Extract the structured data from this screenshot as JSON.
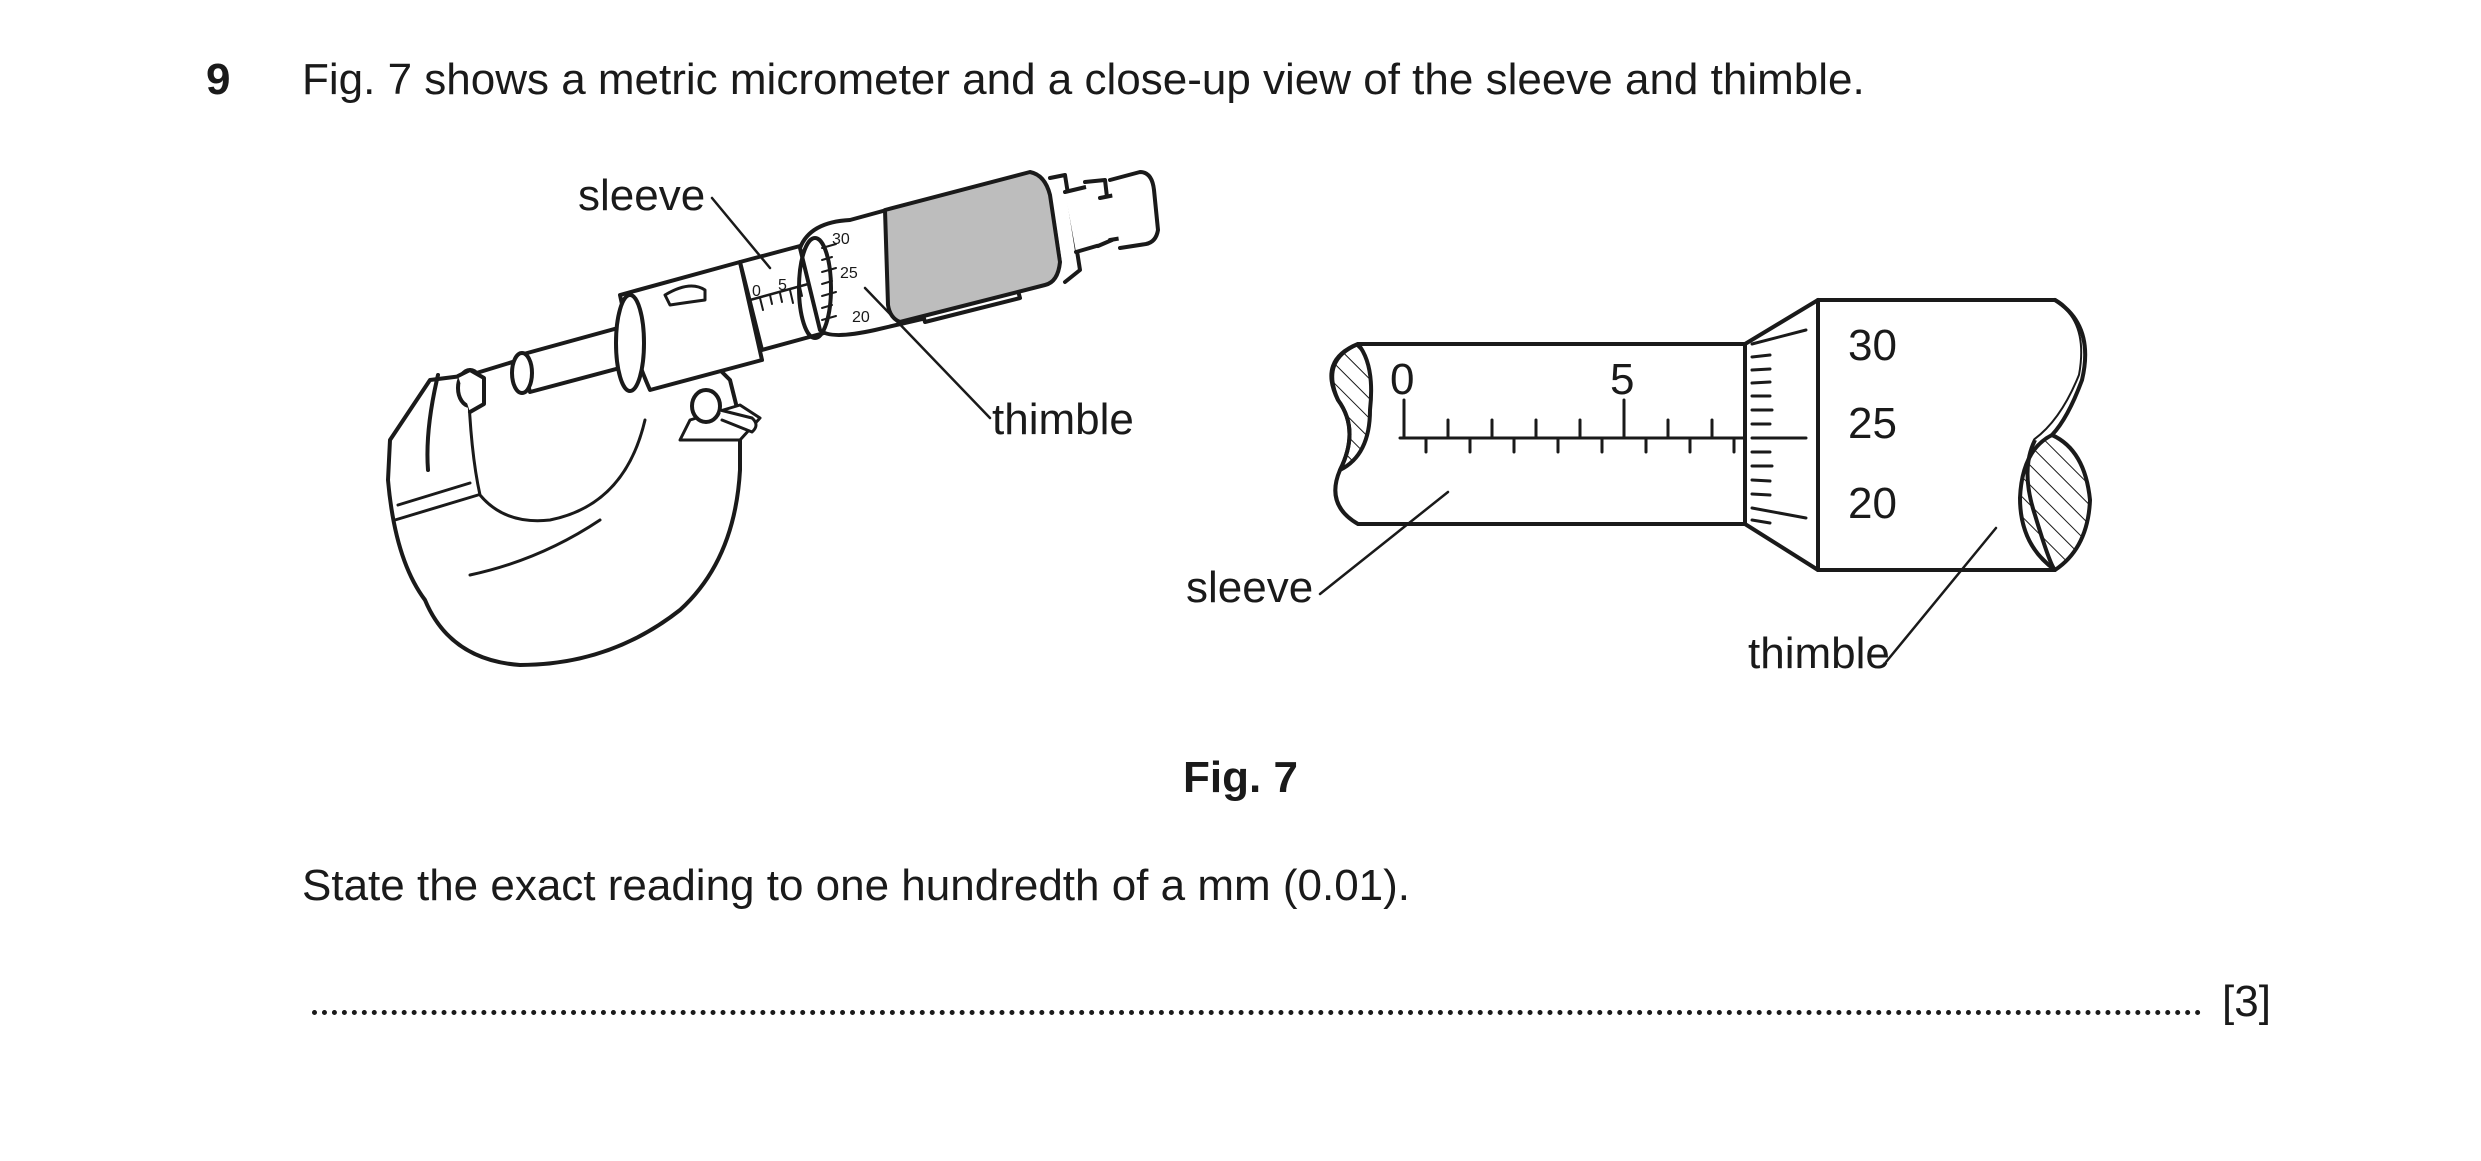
{
  "question": {
    "number": "9",
    "text": "Fig. 7 shows a metric micrometer and a close-up view of the sleeve and thimble."
  },
  "figure": {
    "left_view": {
      "label_sleeve": "sleeve",
      "label_thimble": "thimble",
      "sleeve_scale": [
        "0",
        "5"
      ],
      "thimble_scale": [
        "30",
        "25",
        "20"
      ]
    },
    "closeup_view": {
      "label_sleeve": "sleeve",
      "label_thimble": "thimble",
      "sleeve_scale": [
        "0",
        "5"
      ],
      "thimble_scale": [
        "30",
        "25",
        "20"
      ]
    },
    "caption": "Fig. 7"
  },
  "instruction": "State the exact reading to one hundredth of a mm (0.01).",
  "answer": {
    "value": "",
    "marks": "[3]"
  }
}
